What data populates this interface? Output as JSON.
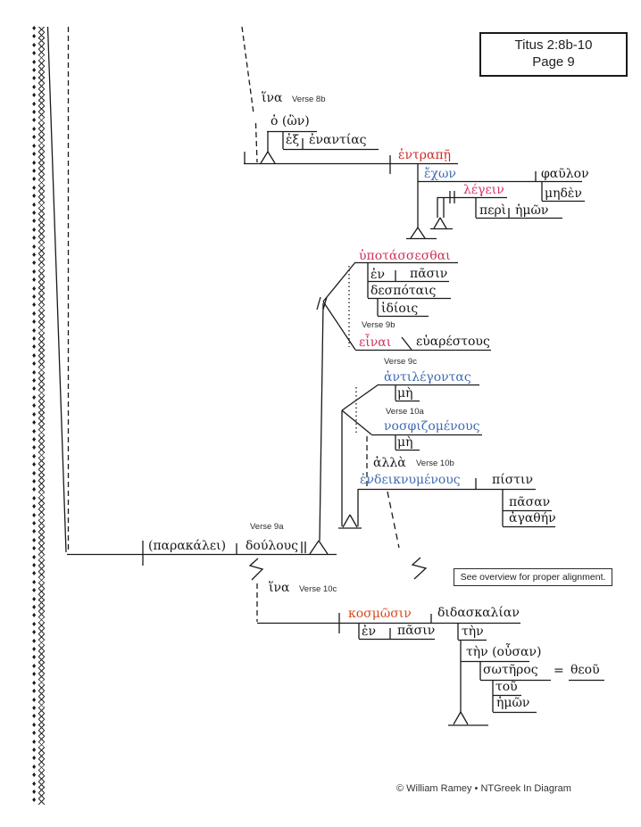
{
  "title": {
    "line1": "Titus 2:8b-10",
    "line2": "Page 9"
  },
  "note": "See overview for proper alignment.",
  "footer": "© William Ramey • NTGreek In Diagram",
  "colors": {
    "verb_red": "#cf2a27",
    "legein_pink": "#d63369",
    "inf_crimson": "#ce3258",
    "kosmosin_orange": "#d8491f",
    "participle_blue": "#3f6bb3"
  },
  "decor": {
    "glyph": "♦",
    "count": 93
  },
  "labels": {
    "hina_8b": "ἵνα",
    "verse_8b": "Verse 8b",
    "ho_on": "ὁ (ὢν)",
    "ex": "ἐξ",
    "enantias": "ἐναντίας",
    "entrape": "ἐντραπῇ",
    "echon": "ἔχων",
    "phaulon": "φαῦλον",
    "meden": "μηδὲν",
    "legein": "λέγειν",
    "peri": "περὶ",
    "hemon_8b": "ἡμῶν",
    "hypotassesthai": "ὑποτάσσεσθαι",
    "en_9": "ἐν",
    "pasin_9": "πᾶσιν",
    "despotais": "δεσπόταις",
    "idiois": "ἰδίοις",
    "verse_9b": "Verse 9b",
    "einai": "εἶναι",
    "euarestous": "εὐαρέστους",
    "verse_9c": "Verse 9c",
    "antilegontas": "ἀντιλέγοντας",
    "me_9c": "μὴ",
    "verse_10a": "Verse 10a",
    "nosphizomenous": "νοσφιζομένους",
    "me_10a": "μὴ",
    "alla": "ἀλλὰ",
    "verse_10b": "Verse 10b",
    "endeiknymenous": "ἐνδεικνυμένους",
    "pistin": "πίστιν",
    "pasan": "πᾶσαν",
    "agathen": "ἀγαθήν",
    "verse_9a": "Verse 9a",
    "parakalei": "(παρακάλει)",
    "doulous": "δούλους",
    "hina_10c": "ἵνα",
    "verse_10c": "Verse 10c",
    "kosmosin": "κοσμῶσιν",
    "didaskalian": "διδασκαλίαν",
    "en_10": "ἐν",
    "pasin_10": "πᾶσιν",
    "ten": "τὴν",
    "ten_ousan": "τὴν (οὖσαν)",
    "soteros": "σωτῆρος",
    "equals_sign": "=",
    "theou": "θεοῦ",
    "tou": "τοῦ",
    "hemon_10": "ἡμῶν"
  }
}
